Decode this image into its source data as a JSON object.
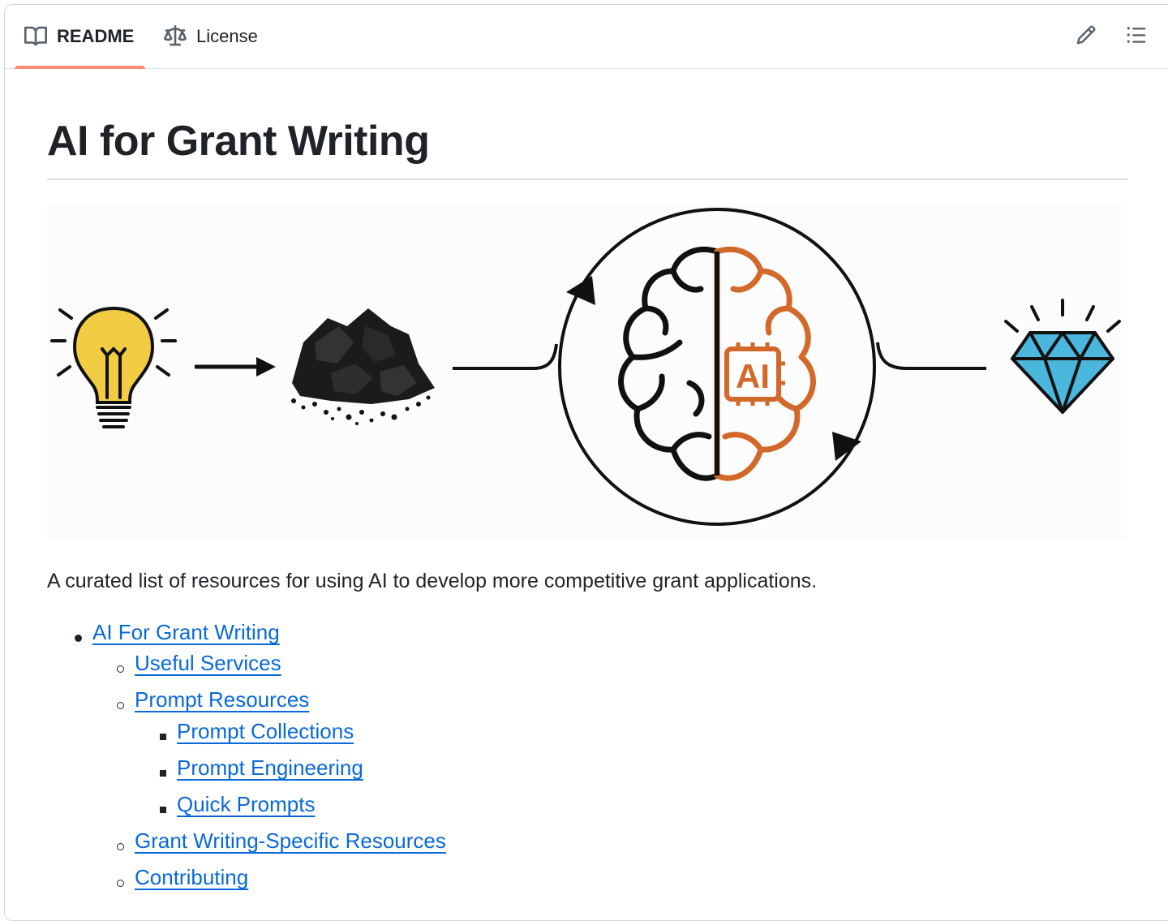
{
  "tabs": {
    "readme_label": "README",
    "license_label": "License"
  },
  "toolbar": {
    "edit_icon": "pencil-icon",
    "outline_icon": "list-unordered-icon"
  },
  "readme": {
    "title": "AI for Grant Writing",
    "hero_image": {
      "icons": [
        "lightbulb-icon",
        "arrow-right-icon",
        "coal-pile-icon",
        "brain-cycle-icon",
        "diamond-icon"
      ],
      "badge_text": "AI",
      "colors": {
        "bulb": "#f2cd44",
        "brain_right": "#d2692b",
        "diamond": "#4bb7dc",
        "line": "#111111"
      }
    },
    "description": "A curated list of resources for using AI to develop more competitive grant applications.",
    "toc": [
      {
        "label": "AI For Grant Writing",
        "level": 1
      },
      {
        "label": "Useful Services",
        "level": 2
      },
      {
        "label": "Prompt Resources",
        "level": 2
      },
      {
        "label": "Prompt Collections",
        "level": 3
      },
      {
        "label": "Prompt Engineering",
        "level": 3
      },
      {
        "label": "Quick Prompts",
        "level": 3
      },
      {
        "label": "Grant Writing-Specific Resources",
        "level": 2
      },
      {
        "label": "Contributing",
        "level": 2
      }
    ]
  },
  "colors": {
    "link": "#0969da",
    "tab_underline": "#fd8c73",
    "border": "#d0d7de"
  }
}
